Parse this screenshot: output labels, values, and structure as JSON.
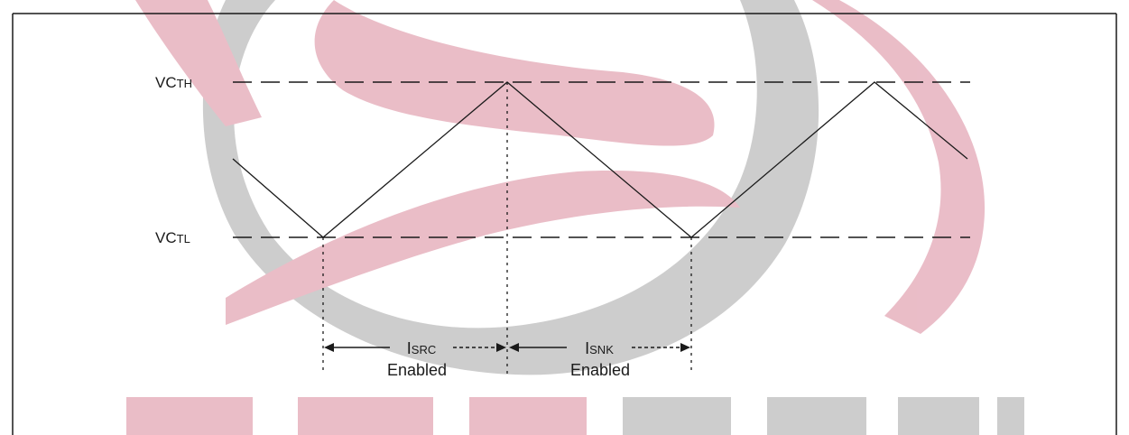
{
  "labels": {
    "vcth_main": "VC",
    "vcth_sub": "TH",
    "vctl_main": "VC",
    "vctl_sub": "TL",
    "isrc_main": "I",
    "isrc_sub": "SRC",
    "isrc_enabled": "Enabled",
    "isnk_main": "I",
    "isnk_sub": "SNK",
    "isnk_enabled": "Enabled"
  },
  "colors": {
    "line": "#1a1a1a",
    "watermark_red": "#e3a7b5",
    "watermark_gray": "#bdbdbd"
  },
  "watermark": {
    "description": "faint decorative logo watermark (swooshes and blocks) behind the diagram"
  },
  "waveform": {
    "description": "triangle capacitor voltage ramping between VCTL and VCTH"
  }
}
